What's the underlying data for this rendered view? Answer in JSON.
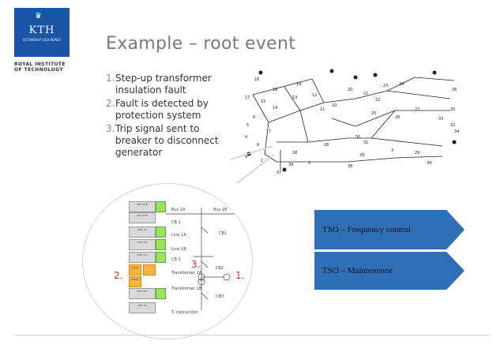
{
  "logo": {
    "text": "KTH",
    "sub": "VETENSKAP OCH KONST",
    "institute_lines": [
      "ROYAL INSTITUTE",
      "OF TECHNOLOGY"
    ]
  },
  "slide": {
    "title": "Example – root event",
    "steps": [
      {
        "num": "1.",
        "text": "Step-up transformer insulation fault"
      },
      {
        "num": "2.",
        "text": "Fault is detected by protection system"
      },
      {
        "num": "3.",
        "text": "Trip signal sent to breaker to disconnect generator"
      }
    ]
  },
  "network": {
    "bus_numbers": [
      "16",
      "18",
      "19",
      "15",
      "14",
      "13",
      "12",
      "11",
      "10",
      "17",
      "20",
      "21",
      "22",
      "23",
      "24",
      "25",
      "26",
      "27",
      "28",
      "29",
      "30",
      "31",
      "32",
      "33",
      "34",
      "35",
      "36",
      "37",
      "38",
      "39",
      "4",
      "5",
      "6",
      "7",
      "8",
      "9",
      "1",
      "2",
      "3",
      "29",
      "38",
      "39"
    ]
  },
  "zoom_panel": {
    "labels": [
      "Bus 1A",
      "Bus 1B",
      "CB 1",
      "CB1",
      "Line 1A",
      "Line 1B",
      "CB 2",
      "CB2",
      "Transformer 1A",
      "Transformer 1B",
      "CB3",
      "T- connection"
    ],
    "buttons": [
      "PDIF 87B",
      "PDIF 87B",
      "PDIS 21",
      "PDIS 21",
      "PTOV 59",
      "PDIF 87L",
      "PDIF 87",
      "CSWI",
      "MMXU",
      "PDIF 87T",
      "PDIF 87"
    ],
    "annotations": {
      "a2": "2.",
      "a3": "3.",
      "a1": "1."
    }
  },
  "arrows": [
    {
      "label": "TSO – Frequency control",
      "color": "#2f6fb6"
    },
    {
      "label": "TSO – Maintenence",
      "color": "#2f6fb6"
    }
  ]
}
